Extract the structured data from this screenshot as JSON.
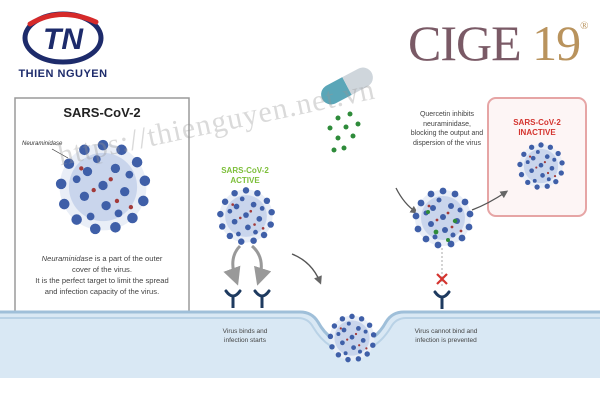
{
  "brand": {
    "logo_letters": "TN",
    "name": "THIEN NGUYEN",
    "event_logo_text": "CIGE",
    "event_logo_number": "19",
    "event_logo_mark": "®"
  },
  "card": {
    "title": "SARS-CoV-2",
    "neuraminidase_label": "Neuraminidase",
    "desc_italic": "Neuraminidase",
    "desc_line1_rest": " is a part of the outer",
    "desc_line2": "cover of the virus.",
    "desc_line3": "It is the perfect target to limit the spread",
    "desc_line4": "and infection capacity of the virus."
  },
  "active": {
    "line1": "SARS-CoV-2",
    "line2": "ACTIVE",
    "caption_line1": "Virus binds and",
    "caption_line2": "infection starts"
  },
  "inactive": {
    "line1": "SARS-CoV-2",
    "line2": "INACTIVE",
    "caption_line1": "Virus cannot bind and",
    "caption_line2": "infection is prevented"
  },
  "quercetin": {
    "line1": "Quercetin inhibits",
    "line2": "neuraminidase,",
    "line3": "blocking the output and",
    "line4": "dispersion of the virus"
  },
  "watermark": "https://thienguyen.net.vn",
  "colors": {
    "brand_blue": "#1d2b6b",
    "brand_red": "#d62a2a",
    "virus_blue": "#3f5fa8",
    "active_green": "#7dbf3a",
    "inactive_red": "#d4342f",
    "membrane": "#c9dcec",
    "capsule_teal": "#5aa6b8",
    "dot_green": "#2e8b3a"
  },
  "icons": [
    "tn-logo-icon",
    "capsule-icon",
    "virus-icon",
    "receptor-icon",
    "blocked-x-icon",
    "arrow-icon"
  ]
}
